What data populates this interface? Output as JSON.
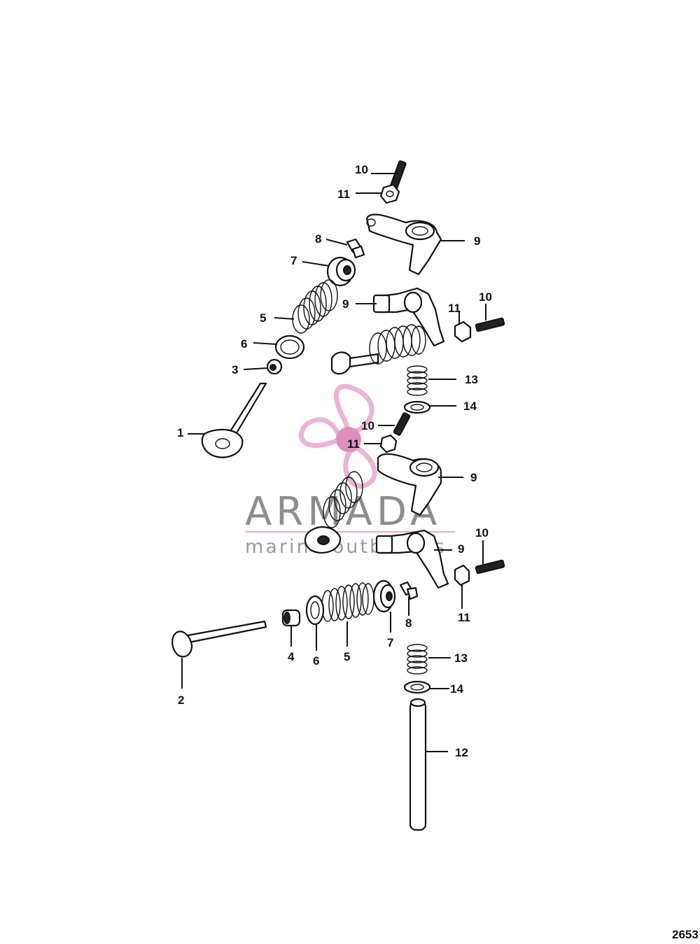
{
  "figure_number": "2653",
  "watermark": {
    "brand": "ARMADA",
    "tagline": "marine outboards",
    "accent_color": "#e8a6cf"
  },
  "callouts": {
    "c10a": "10",
    "c11a": "11",
    "c9a": "9",
    "c8a": "8",
    "c7a": "7",
    "c9b": "9",
    "c11b": "11",
    "c10b": "10",
    "c5a": "5",
    "c6a": "6",
    "c3": "3",
    "c13a": "13",
    "c14a": "14",
    "c1": "1",
    "c10c": "10",
    "c11c": "11",
    "c9c": "9",
    "c10d": "10",
    "c9d": "9",
    "c11d": "11",
    "c8b": "8",
    "c7b": "7",
    "c4": "4",
    "c6b": "6",
    "c5b": "5",
    "c13b": "13",
    "c14b": "14",
    "c2": "2",
    "c12": "12"
  }
}
